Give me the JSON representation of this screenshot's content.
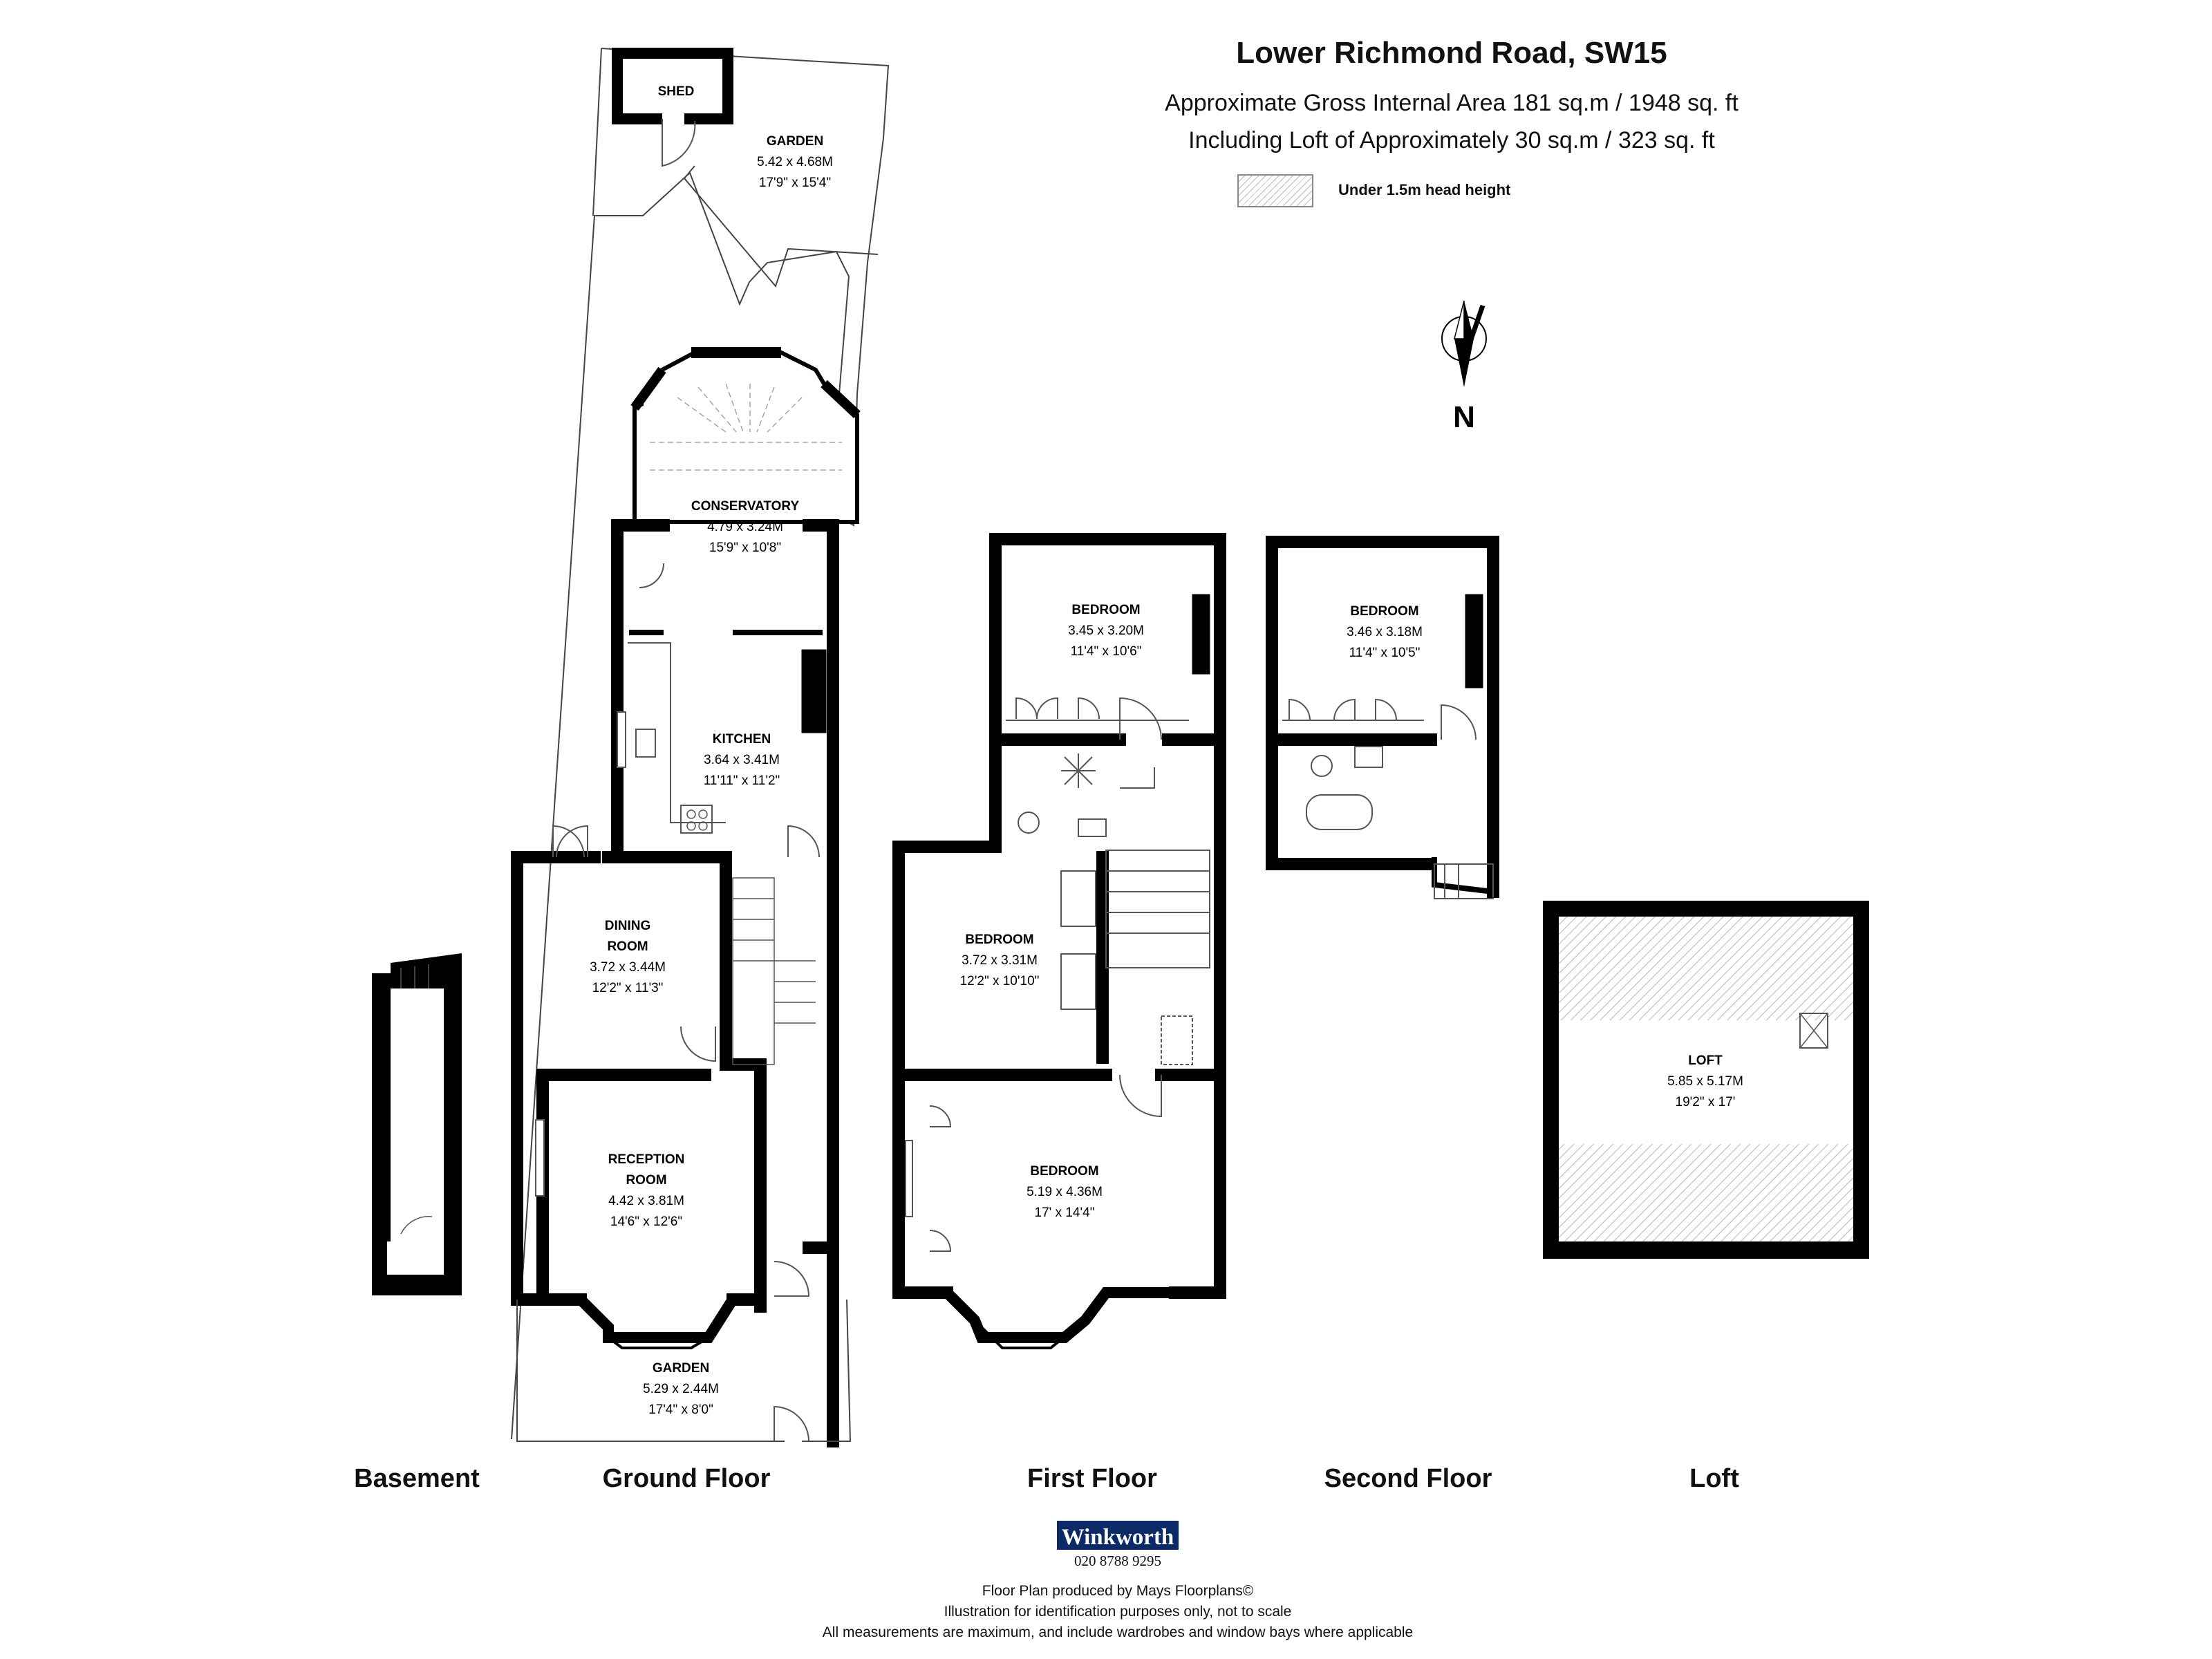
{
  "header": {
    "title": "Lower Richmond Road,  SW15",
    "area_line": "Approximate Gross Internal Area 181 sq.m  /  1948 sq. ft",
    "loft_line": "Including Loft of Approximately 30 sq.m  /  323 sq. ft",
    "legend_label": "Under 1.5m head height"
  },
  "compass": {
    "label": "N"
  },
  "floors": {
    "basement": "Basement",
    "ground": "Ground Floor",
    "first": "First Floor",
    "second": "Second Floor",
    "loft": "Loft"
  },
  "rooms": {
    "shed": {
      "name": "SHED"
    },
    "garden_rear": {
      "name": "GARDEN",
      "metric": "5.42 x 4.68M",
      "imperial": "17'9\" x 15'4\""
    },
    "conservatory": {
      "name": "CONSERVATORY",
      "metric": "4.79 x 3.24M",
      "imperial": "15'9\" x 10'8\""
    },
    "kitchen": {
      "name": "KITCHEN",
      "metric": "3.64 x 3.41M",
      "imperial": "11'11\" x 11'2\""
    },
    "dining": {
      "name1": "DINING",
      "name2": "ROOM",
      "metric": "3.72 x 3.44M",
      "imperial": "12'2\" x 11'3\""
    },
    "reception": {
      "name1": "RECEPTION",
      "name2": "ROOM",
      "metric": "4.42 x 3.81M",
      "imperial": "14'6\" x 12'6\""
    },
    "garden_front": {
      "name": "GARDEN",
      "metric": "5.29 x 2.44M",
      "imperial": "17'4\" x 8'0\""
    },
    "first_bed_rear": {
      "name": "BEDROOM",
      "metric": "3.45 x 3.20M",
      "imperial": "11'4\" x 10'6\""
    },
    "first_bed_mid": {
      "name": "BEDROOM",
      "metric": "3.72 x 3.31M",
      "imperial": "12'2\" x 10'10\""
    },
    "first_bed_front": {
      "name": "BEDROOM",
      "metric": "5.19 x 4.36M",
      "imperial": "17' x 14'4\""
    },
    "second_bed": {
      "name": "BEDROOM",
      "metric": "3.46 x 3.18M",
      "imperial": "11'4\" x 10'5\""
    },
    "loft": {
      "name": "LOFT",
      "metric": "5.85 x 5.17M",
      "imperial": "19'2\" x 17'"
    }
  },
  "footer": {
    "brand": "Winkworth",
    "phone": "020 8788 9295",
    "line1": "Floor Plan produced by Mays Floorplans©",
    "line2": "Illustration for identification purposes only, not to scale",
    "line3": "All measurements are maximum, and include wardrobes and window bays where applicable"
  },
  "colors": {
    "wall": "#000000",
    "hatch": "#b5b5b5",
    "brand": "#0b2a66",
    "fill": "#ffffff"
  }
}
